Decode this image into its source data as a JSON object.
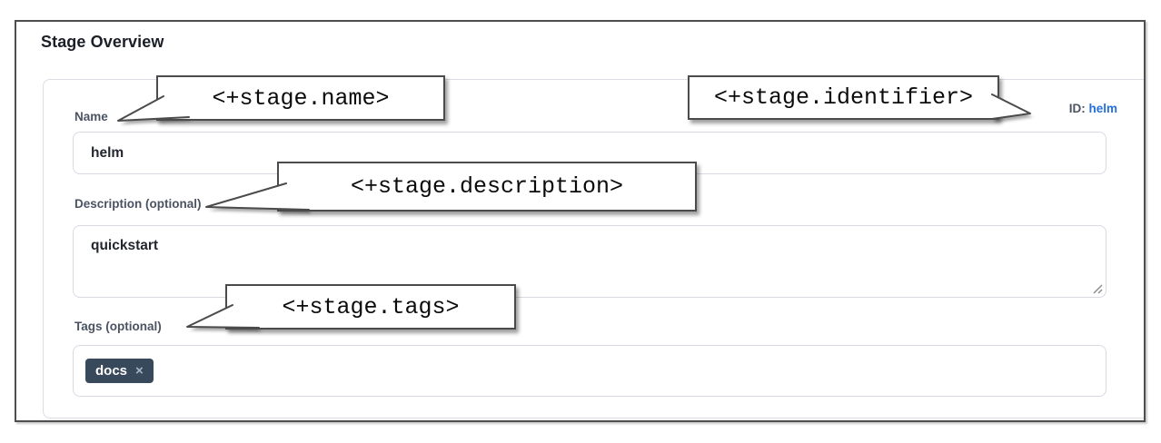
{
  "panel": {
    "title": "Stage Overview",
    "fields": {
      "name": {
        "label": "Name",
        "value": "helm"
      },
      "id": {
        "label": "ID:",
        "value": "helm"
      },
      "description": {
        "label": "Description (optional)",
        "value": "quickstart"
      },
      "tags": {
        "label": "Tags (optional)",
        "chips": [
          {
            "label": "docs",
            "remove_icon": "×"
          }
        ]
      }
    }
  },
  "callouts": {
    "name": {
      "text": "<+stage.name>"
    },
    "identifier": {
      "text": "<+stage.identifier>"
    },
    "description": {
      "text": "<+stage.description>"
    },
    "tags": {
      "text": "<+stage.tags>"
    }
  },
  "colors": {
    "id_link_blue": "#2470e0",
    "tag_chip_background": "#39495c",
    "label_slate": "#4b5363",
    "frame_border": "#4e4e4e",
    "callout_border": "#4b4b4b",
    "input_border": "#d8dae2"
  }
}
